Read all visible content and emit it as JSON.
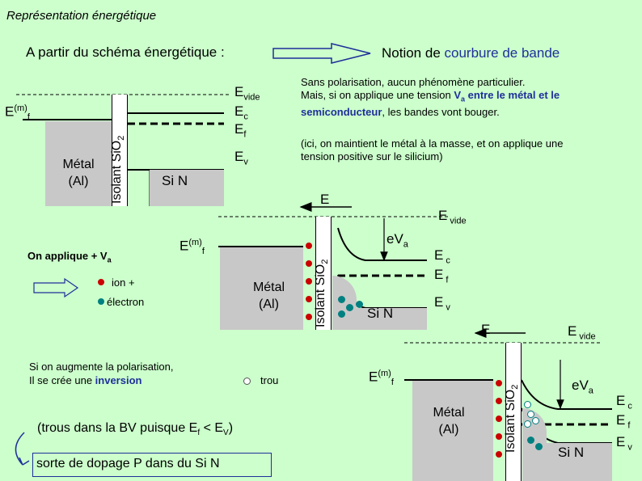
{
  "title": "Représentation énergétique",
  "left_heading": "A partir du schéma énergétique :",
  "right_heading_prefix": "Notion de ",
  "right_heading_highlight": "courbure de bande",
  "colors": {
    "background": "#ccffcc",
    "metal": "#c8c8c8",
    "oxide": "#ffffff",
    "accent": "#1f2f9a",
    "ion": "#cc0000",
    "electron": "#008080"
  },
  "diagram1": {
    "efm_main": "E",
    "efm_sup": "(m)",
    "efm_sub": "f",
    "metal_line1": "Métal",
    "metal_line2": "(Al)",
    "oxide": "Isolant SiO",
    "oxide_sub": "2",
    "evide_main": "E",
    "evide_sub": "vide",
    "ec_main": "E",
    "ec_sub": "c",
    "ef_main": "E",
    "ef_sub": "f",
    "ev_main": "E",
    "ev_sub": "v",
    "sin": "Si N"
  },
  "text1": {
    "line1": "Sans polarisation, aucun phénomène particulier.",
    "line2_a": "Mais, si on applique une tension ",
    "line2_v": "V",
    "line2_vsub": "a",
    "line2_b": " entre le métal et le",
    "line3_a": "semiconducteur",
    "line3_b": ", les bandes vont bouger."
  },
  "text2": {
    "line1": "(ici, on maintient le métal à la masse, et on applique une",
    "line2": "tension positive sur le silicium)"
  },
  "apply": {
    "main": "On applique + V",
    "sub": "a"
  },
  "legend": {
    "ion": "ion +",
    "electron": "électron",
    "trou": "trou"
  },
  "diagram2": {
    "e_arrow": "E",
    "evide_main": "E",
    "evide_sub": " vide",
    "efm_main": "E",
    "efm_sup": "(m)",
    "efm_sub": "f",
    "metal_line1": "Métal",
    "metal_line2": "(Al)",
    "oxide": "Isolant SiO",
    "oxide_sub": "2",
    "eva_main": "eV",
    "eva_sub": "a",
    "ec_main": "E",
    "ec_sub": " c",
    "ef_main": "E",
    "ef_sub": " f",
    "ev_main": "E",
    "ev_sub": " v",
    "sin": "Si N"
  },
  "inversion": {
    "line1": "Si on augmente la polarisation,",
    "line2_a": "Il se crée une ",
    "line2_b": "inversion"
  },
  "trous": {
    "a": "(trous dans la BV puisque E",
    "sub1": "f",
    "b": " < E",
    "sub2": "V",
    "c": ")"
  },
  "dopage": "sorte de dopage P dans du Si N",
  "diagram3": {
    "e_arrow": "E",
    "evide_main": "E",
    "evide_sub": " vide",
    "efm_main": "E",
    "efm_sup": "(m)",
    "efm_sub": "f",
    "metal_line1": "Métal",
    "metal_line2": "(Al)",
    "oxide": "Isolant SiO",
    "oxide_sub": "2",
    "eva_main": "eV",
    "eva_sub": "a",
    "ec_main": "E",
    "ec_sub": " c",
    "ef_main": "E",
    "ef_sub": " f",
    "ev_main": "E",
    "ev_sub": " v",
    "sin": "Si N"
  }
}
